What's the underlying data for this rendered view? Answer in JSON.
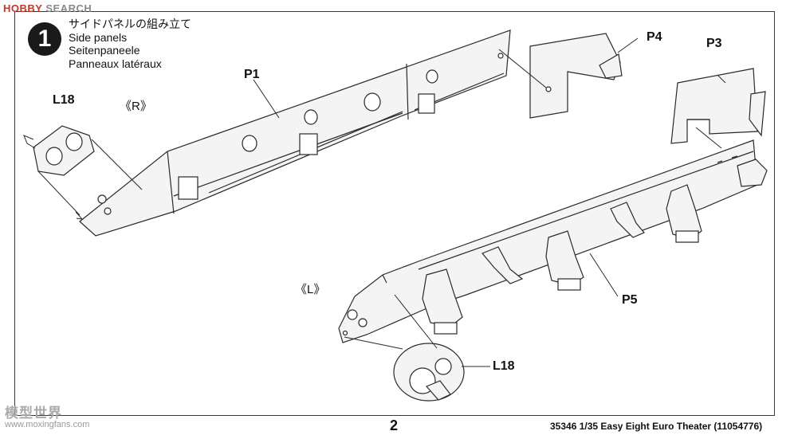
{
  "watermark_top": {
    "hobby": "HOBBY",
    "search": "SEARCH"
  },
  "step": {
    "number": "1",
    "title_ja": "サイドパネルの組み立て",
    "title_en": "Side panels",
    "title_de": "Seitenpaneele",
    "title_fr": "Panneaux latéraux"
  },
  "parts": {
    "p1": "P1",
    "p3": "P3",
    "p4": "P4",
    "p5": "P5",
    "l18_top": "L18",
    "l18_bottom": "L18"
  },
  "sides": {
    "right": "《R》",
    "left": "《L》"
  },
  "footer": {
    "page_number": "2",
    "kit_info": "35346 1/35 Easy Eight Euro Theater (11054776)"
  },
  "watermark_bottom": {
    "cn": "模型世界",
    "url": "www.moxingfans.com"
  }
}
